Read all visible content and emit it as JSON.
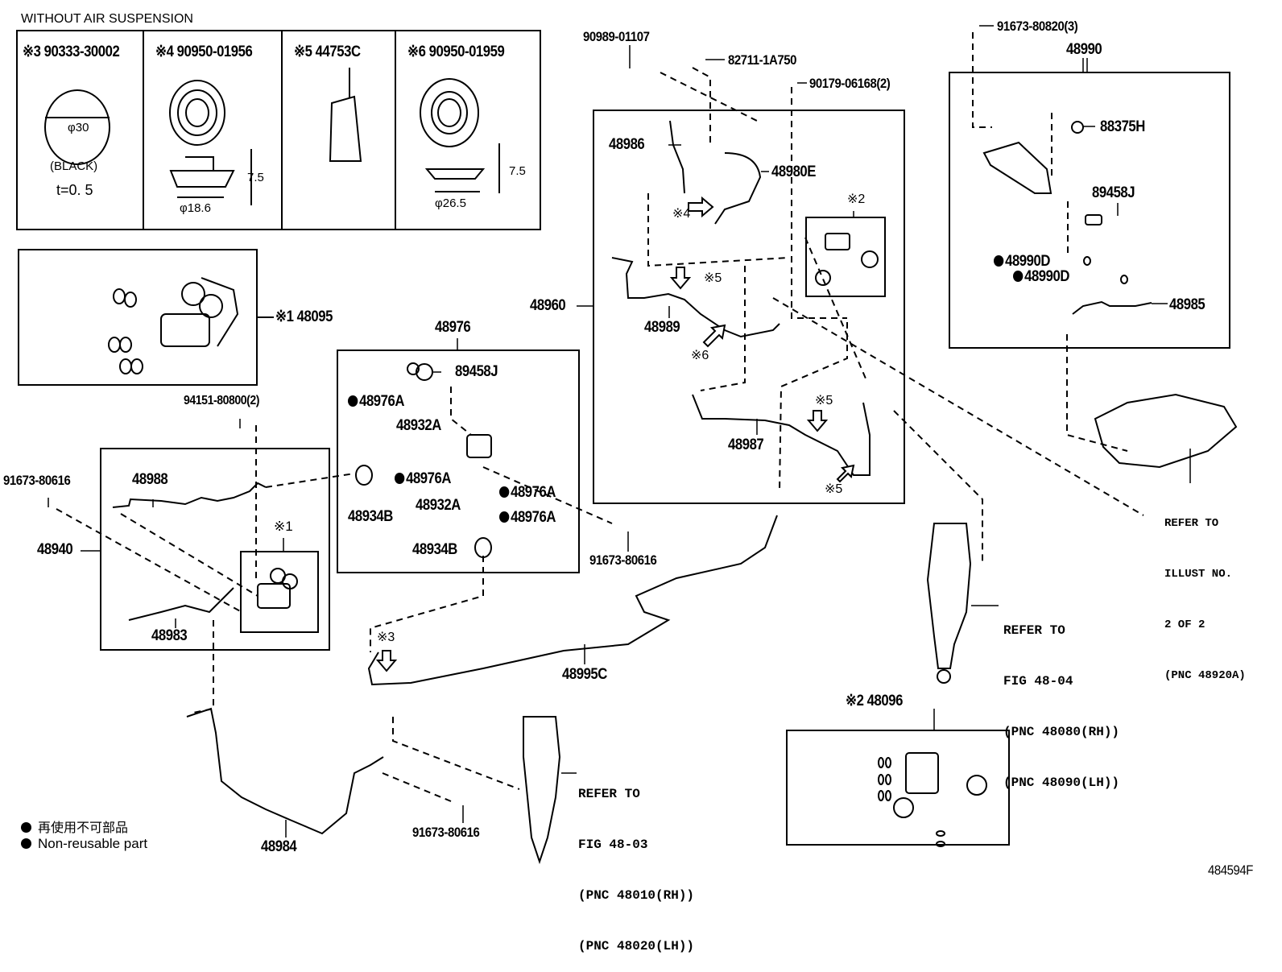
{
  "header": {
    "title": "WITHOUT AIR SUSPENSION"
  },
  "inset_parts": [
    {
      "mark": "※3",
      "part": "90333-30002",
      "dim_diameter": "φ30",
      "note1": "(BLACK)",
      "note2": "t=0. 5"
    },
    {
      "mark": "※4",
      "part": "90950-01956",
      "dim_height": "7.5",
      "dim_diameter": "φ18.6"
    },
    {
      "mark": "※5",
      "part": "44753C"
    },
    {
      "mark": "※6",
      "part": "90950-01959",
      "dim_height": "7.5",
      "dim_diameter": "φ26.5"
    }
  ],
  "parts": {
    "p48095": "※1 48095",
    "p94151": "94151-80800(2)",
    "p91673_left": "91673-80616",
    "p48988": "48988",
    "p48940": "48940",
    "p48983": "48983",
    "p_mark1": "※1",
    "p48976": "48976",
    "p89458j_mid": "89458J",
    "p48976a_1": "48976A",
    "p48932a_1": "48932A",
    "p48976a_2": "48976A",
    "p48934b_1": "48934B",
    "p48976a_3": "48976A",
    "p48932a_2": "48932A",
    "p48976a_4": "48976A",
    "p48934b_2": "48934B",
    "p91673_mid": "91673-80616",
    "p90989": "90989-01107",
    "p82711": "82711-1A750",
    "p90179": "90179-06168(2)",
    "p48986": "48986",
    "p48980e": "48980E",
    "p_mark4": "※4",
    "p_mark2_top": "※2",
    "p48960": "48960",
    "p_mark5_a": "※5",
    "p48989": "48989",
    "p_mark6": "※6",
    "p48987": "48987",
    "p_mark5_b": "※5",
    "p_mark5_c": "※5",
    "p_mark3": "※3",
    "p48995c": "48995C",
    "p91673_top": "91673-80820(3)",
    "p48990": "48990",
    "p88375h": "88375H",
    "p89458j_right": "89458J",
    "p48990d_1": "48990D",
    "p48990d_2": "48990D",
    "p48985": "48985",
    "p48096": "※2 48096",
    "p48984": "48984",
    "p91673_bottom": "91673-80616"
  },
  "refer_notes": {
    "illust": [
      "REFER TO",
      "ILLUST NO.",
      "2 OF 2",
      "(PNC 48920A)"
    ],
    "fig_48_04": [
      "REFER TO",
      "FIG 48-04",
      "(PNC 48080(RH))",
      "(PNC 48090(LH))"
    ],
    "fig_48_03": [
      "REFER TO",
      "FIG 48-03",
      "(PNC 48010(RH))",
      "(PNC 48020(LH))"
    ]
  },
  "legend": {
    "items": [
      {
        "symbol": "filled-circle",
        "text": "再使用不可部品"
      },
      {
        "symbol": "filled-circle",
        "text": "Non-reusable part"
      }
    ]
  },
  "figure_id": "484594F"
}
